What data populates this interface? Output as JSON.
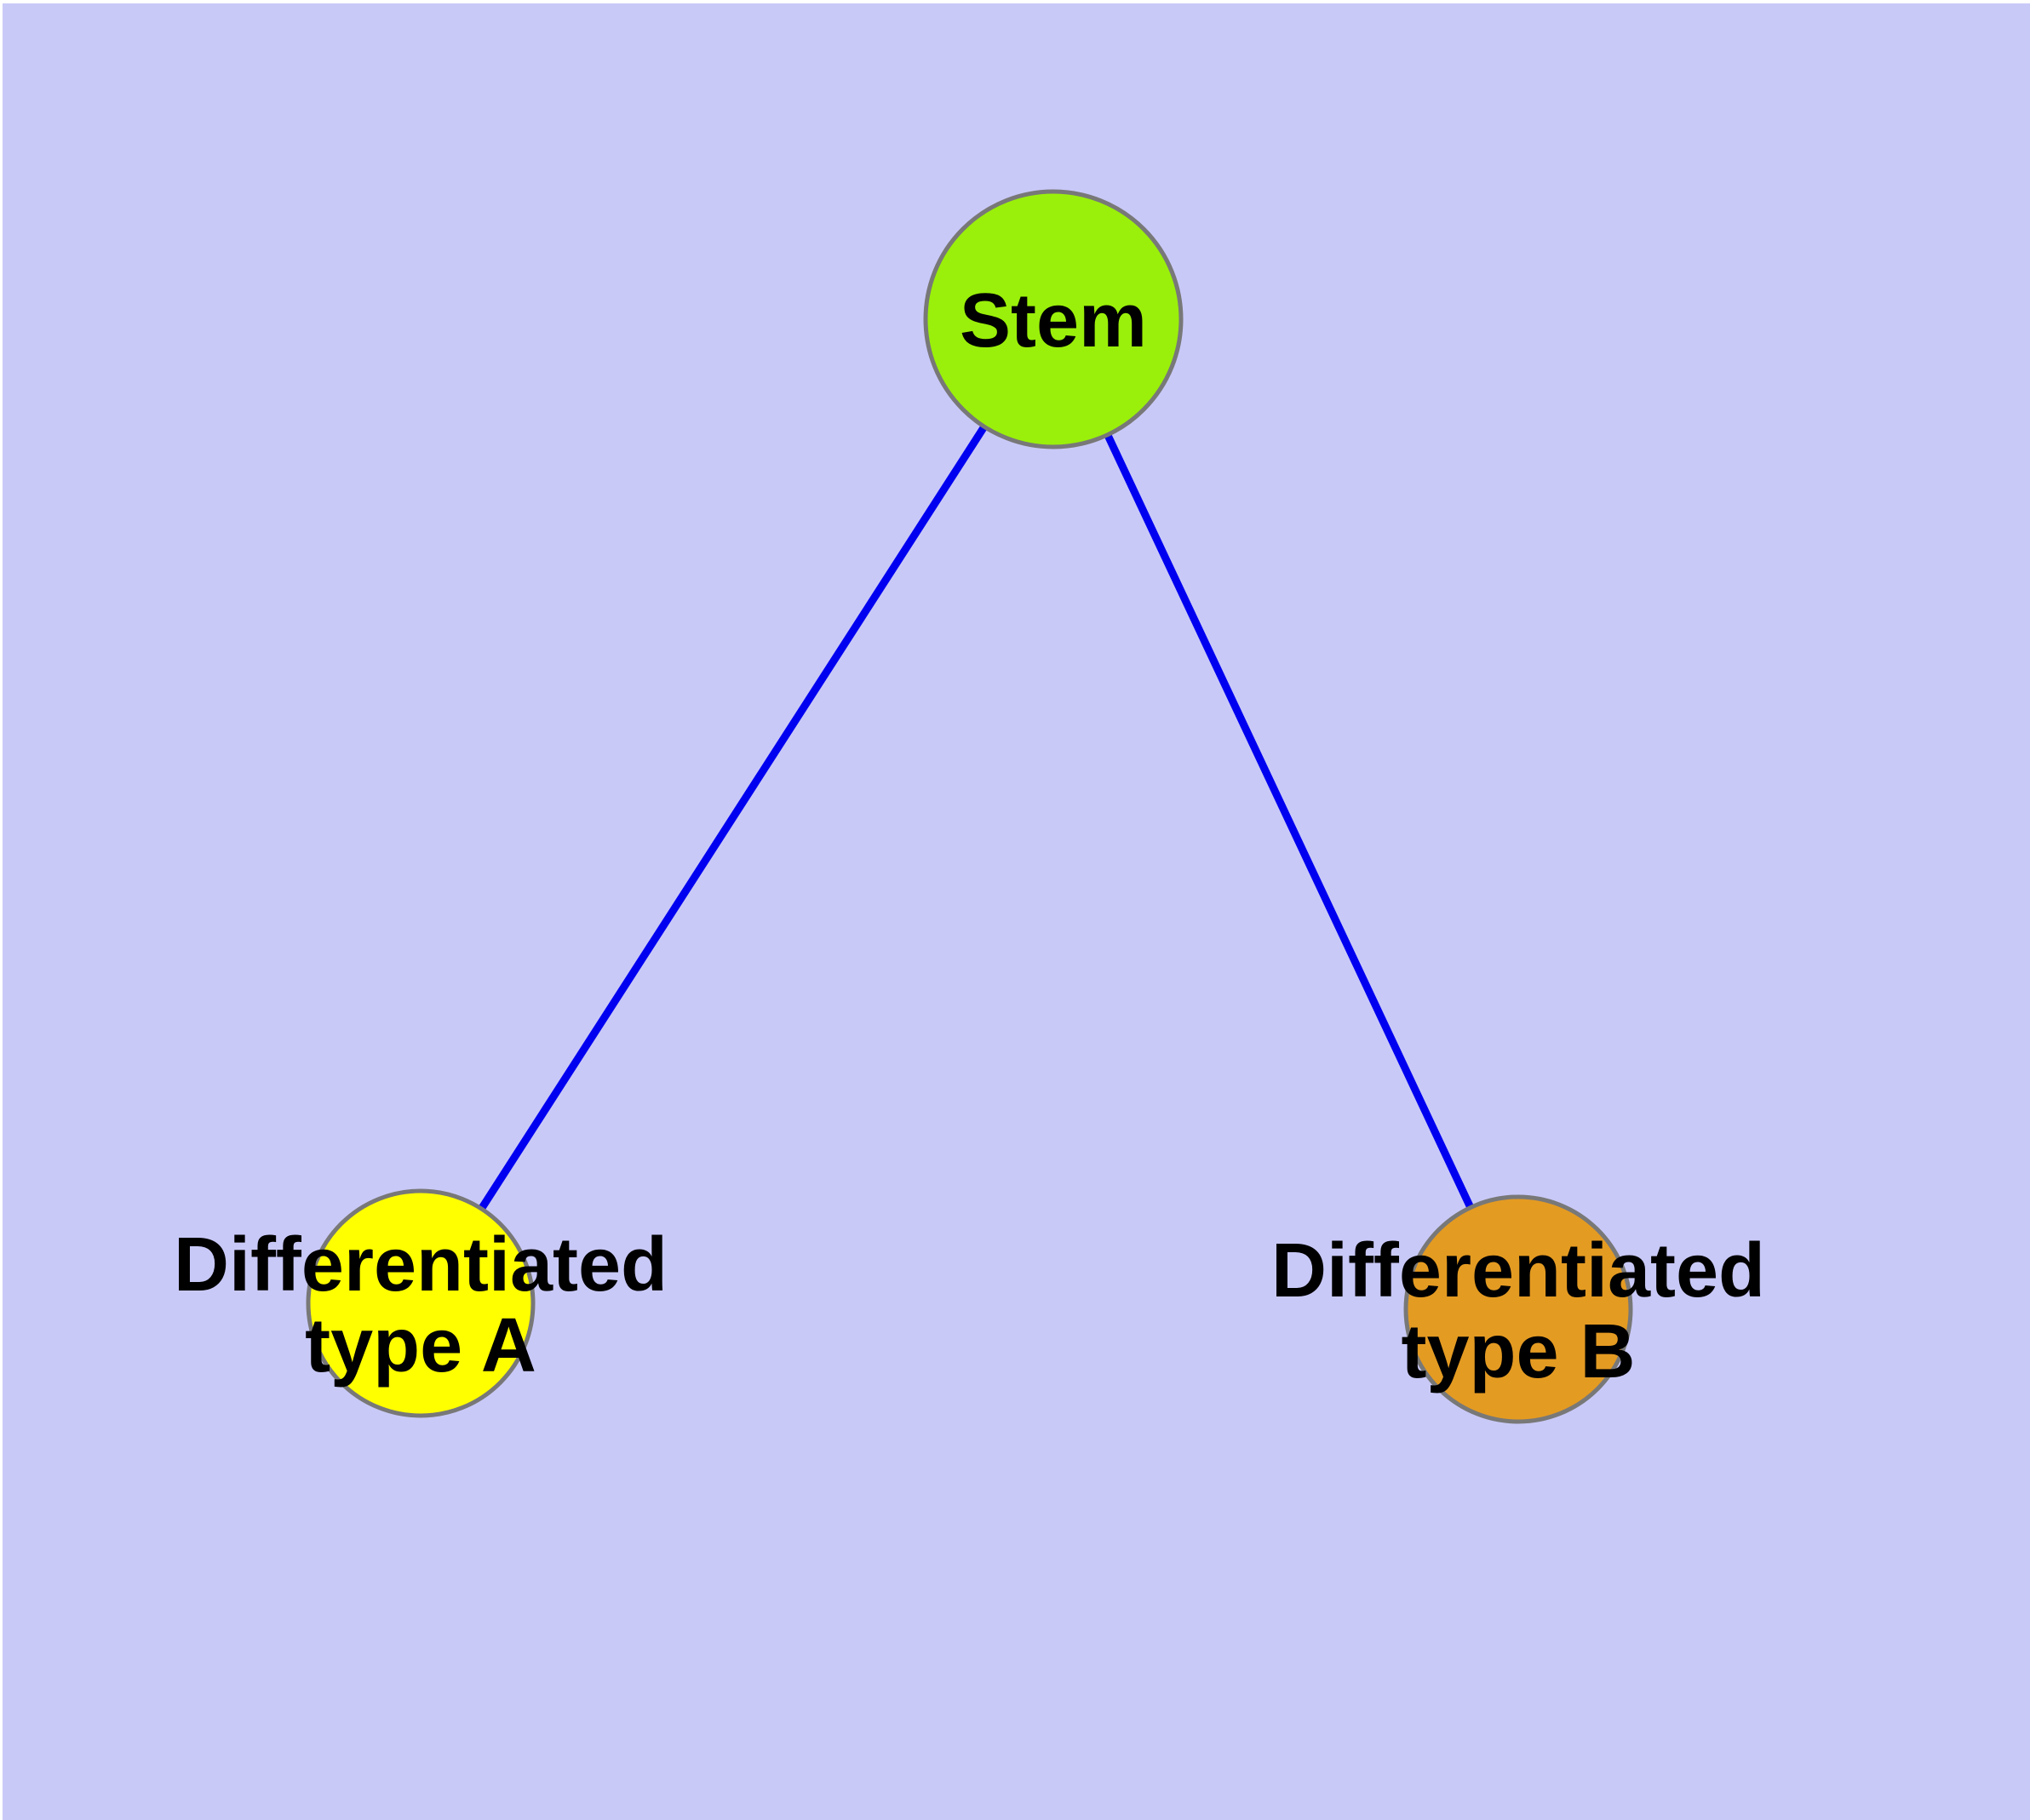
{
  "diagram": {
    "margin_color": "#ffffff",
    "background_color": "#c9c9f8",
    "edge_color": "#0000f0",
    "node_border_color": "#787878",
    "label_color": "#000000",
    "nodes": {
      "stem": {
        "label": "Stem",
        "fill": "#9af00a"
      },
      "type_a": {
        "label_line1": "Differentiated",
        "label_line2": "type A",
        "fill": "#ffff00"
      },
      "type_b": {
        "label_line1": "Differentiated",
        "label_line2": "type B",
        "fill": "#e49b22"
      }
    },
    "edges": [
      {
        "from": "Stem",
        "to": "Differentiated type A"
      },
      {
        "from": "Stem",
        "to": "Differentiated type B"
      }
    ]
  }
}
